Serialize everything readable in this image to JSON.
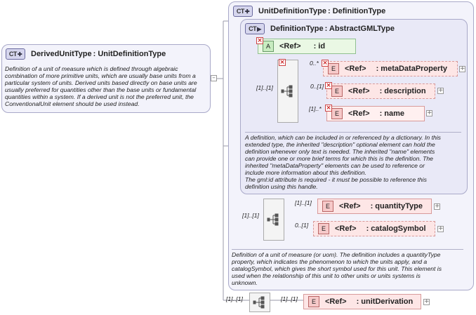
{
  "derived": {
    "icon": "CT",
    "name": "DerivedUnitType",
    "base": ": UnitDefinitionType",
    "description": "Definition of a unit of measure which is defined through algebraic\ncombination of more primitive units, which are usually base units from a\nparticular system of units. Derived units based directly on base units are\nusually preferred for quantities other than the base units or fundamental\nquantities within a system.  If a derived unit is not the preferred unit, the\nConventionalUnit element should be used instead."
  },
  "unitdef": {
    "icon": "CT",
    "name": "UnitDefinitionType",
    "base": ": DefinitionType",
    "description": "Definition of a unit of measure (or uom). The definition includes a quantityType\nproperty, which indicates the phenomenon to which the units apply, and a\ncatalogSymbol, which gives the short symbol used for this unit. This element is\nused when the relationship of this unit to other units or units systems is\nunknown."
  },
  "definition": {
    "icon": "CT",
    "name": "DefinitionType",
    "base": ": AbstractGMLType",
    "description": "A definition, which can be included in or referenced by a dictionary. In this\nextended type, the inherited \"description\" optional element can hold the\ndefinition whenever only text is needed. The inherited \"name\" elements\ncan provide one or more brief terms for which this is the definition. The\ninherited \"metaDataProperty\" elements can be used to reference or\ninclude more information about this definition.\nThe gml:id attribute is required - it must be possible to reference this\ndefinition using this handle."
  },
  "attr_id": {
    "icon": "A",
    "ref": "<Ref>",
    "name": ": id"
  },
  "elements": {
    "metaDataProperty": {
      "icon": "E",
      "ref": "<Ref>",
      "name": ": metaDataProperty",
      "card": "0..*"
    },
    "description": {
      "icon": "E",
      "ref": "<Ref>",
      "name": ": description",
      "card": "0..[1]"
    },
    "name": {
      "icon": "E",
      "ref": "<Ref>",
      "name": ": name",
      "card": "[1]..*"
    },
    "quantityType": {
      "icon": "E",
      "ref": "<Ref>",
      "name": ": quantityType",
      "card": "[1]..[1]"
    },
    "catalogSymbol": {
      "icon": "E",
      "ref": "<Ref>",
      "name": ": catalogSymbol",
      "card": "0..[1]"
    },
    "unitDerivation": {
      "icon": "E",
      "ref": "<Ref>",
      "name": ": unitDerivation",
      "card": "[1]..[1]"
    }
  },
  "sequences": {
    "definition_seq_card": "[1]..[1]",
    "unitdef_seq_card": "[1]..[1]",
    "derived_seq_card": "[1]..[1]"
  },
  "icons": {
    "expand": "plus-icon",
    "collapse": "minus-icon",
    "prohibited": "x-mark-icon",
    "sequence": "sequence-icon"
  },
  "colors": {
    "complex_type_bg": "#f3f3fb",
    "element_bg": "#fde6e6",
    "attribute_bg": "#eaf8e4"
  }
}
